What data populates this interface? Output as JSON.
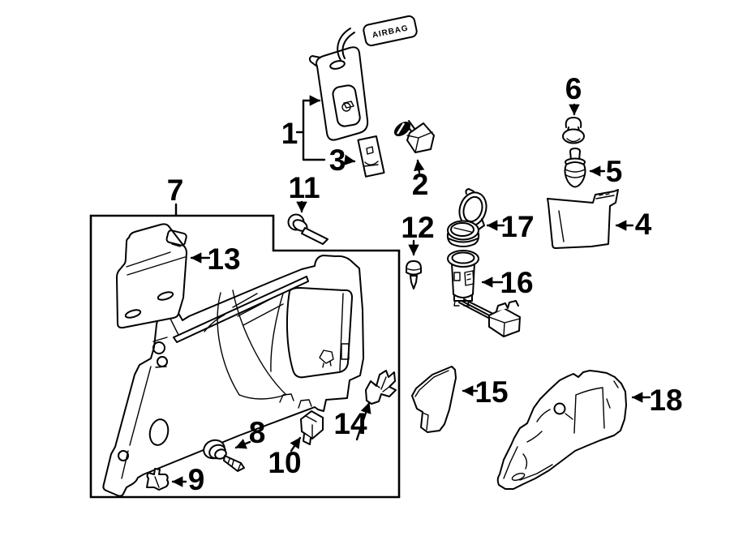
{
  "page": {
    "background_color": "#ffffff",
    "line_color": "#000000",
    "description": "Exploded parts diagram of rear quarter panel interior trim with numbered callouts"
  },
  "diagram": {
    "airbag_tag": {
      "text": "AIRBAG"
    },
    "labels": [
      {
        "text": "1"
      },
      {
        "text": "2"
      },
      {
        "text": "3"
      },
      {
        "text": "4"
      },
      {
        "text": "5"
      },
      {
        "text": "6"
      },
      {
        "text": "7"
      },
      {
        "text": "8"
      },
      {
        "text": "9"
      },
      {
        "text": "10"
      },
      {
        "text": "11"
      },
      {
        "text": "12"
      },
      {
        "text": "13"
      },
      {
        "text": "14"
      },
      {
        "text": "15"
      },
      {
        "text": "16"
      },
      {
        "text": "17"
      },
      {
        "text": "18"
      }
    ]
  }
}
